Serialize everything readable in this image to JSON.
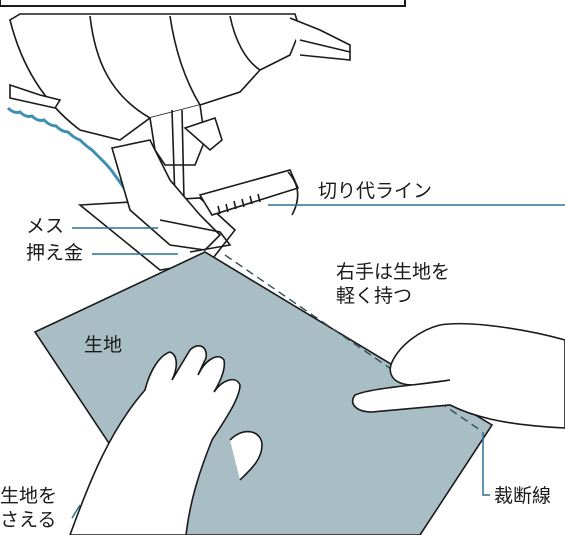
{
  "labels": {
    "seam_allowance_line": "切り代ライン",
    "knife": "メス",
    "presser_foot": "押え金",
    "right_hand_line1": "右手は生地を",
    "right_hand_line2": "軽く持つ",
    "fabric": "生地",
    "left_hand_line1": "生地を",
    "left_hand_line2": "さえる",
    "cut_line": "裁断線"
  },
  "colors": {
    "fabric": "#a9bec4",
    "thread": "#3f8fb5",
    "leader": "#2d6f94",
    "outline": "#1a1a1a"
  },
  "icons": [
    "sewing-machine-icon",
    "presser-foot-icon",
    "left-hand-icon",
    "right-hand-icon"
  ]
}
